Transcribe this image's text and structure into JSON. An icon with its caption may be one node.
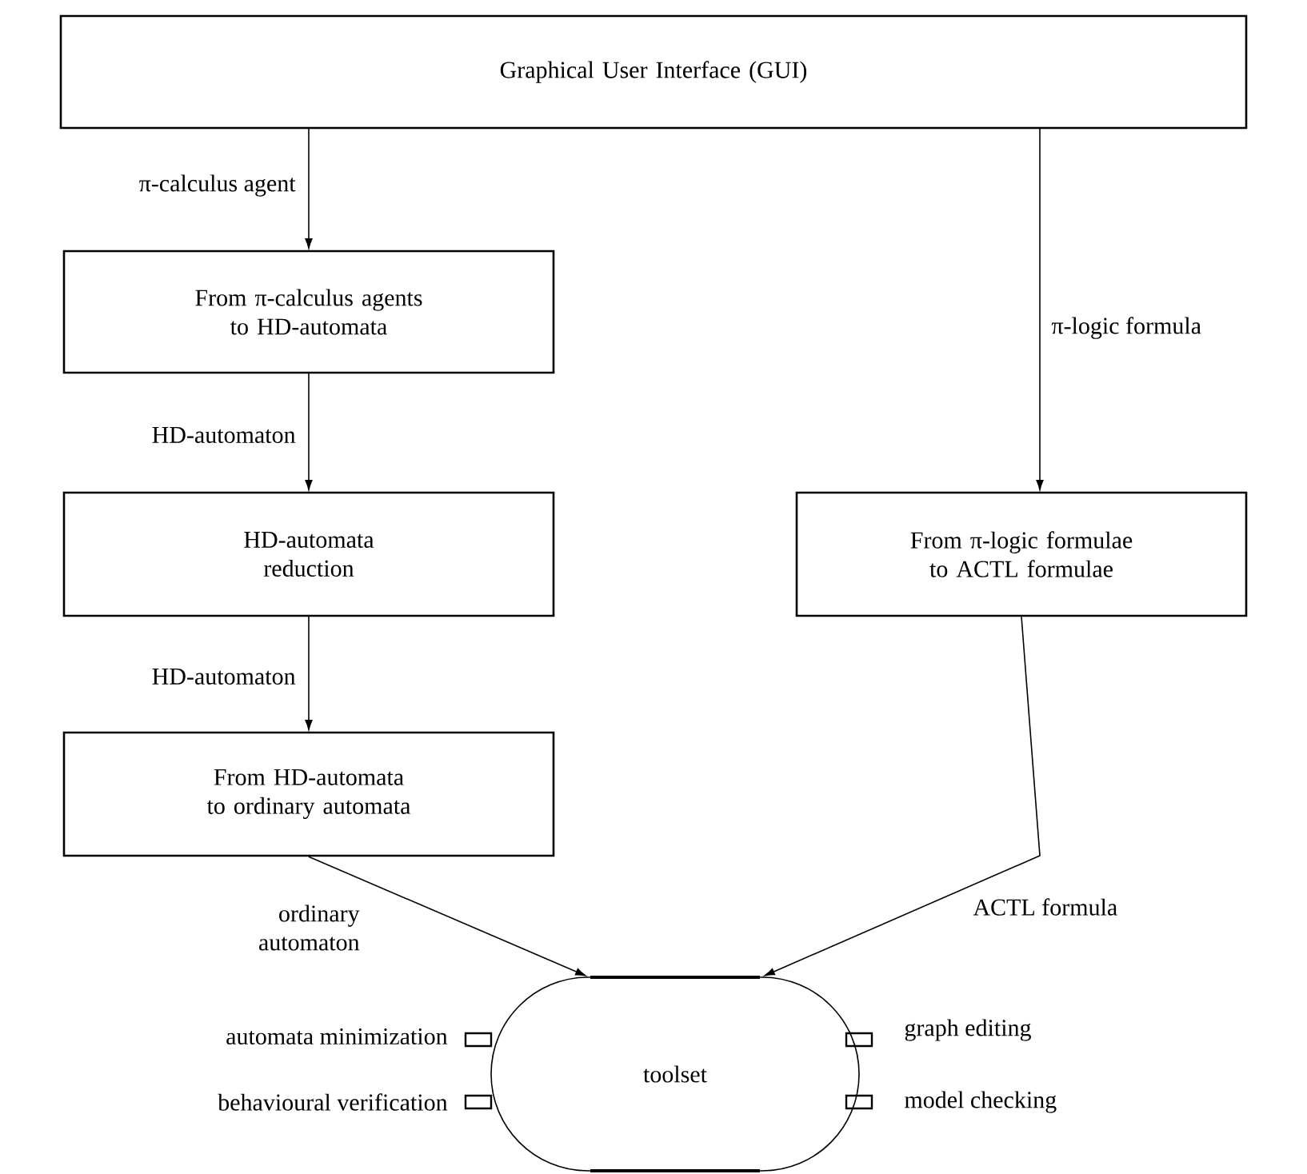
{
  "diagram": {
    "nodes": [
      {
        "text": [
          "Graphical User Interface (GUI)"
        ]
      },
      {
        "text": [
          "From π-calculus agents to HD-automata"
        ]
      },
      {
        "text": [
          "HD-automata reduction"
        ]
      },
      {
        "text": [
          "From HD-automata to ordinary automata"
        ]
      },
      {
        "text": [
          "From π-logic formulae to ACTL formulae"
        ]
      },
      {
        "text": [
          "toolset"
        ]
      }
    ],
    "edges": [
      {
        "from": 0,
        "to": 1,
        "arrow": "to",
        "label": "π-calculus agent"
      },
      {
        "from": 1,
        "to": 2,
        "arrow": "to",
        "label": "HD-automaton"
      },
      {
        "from": 2,
        "to": 3,
        "arrow": "to",
        "label": "HD-automaton"
      },
      {
        "from": 0,
        "to": 4,
        "arrow": "to",
        "label": "π-logic formula"
      },
      {
        "from": 3,
        "to": 5,
        "arrow": "to",
        "label": "ordinary automaton"
      },
      {
        "from": 4,
        "to": 5,
        "arrow": "to",
        "label": "ACTL formula"
      }
    ],
    "labels": [
      "automata minimization",
      "graph editing",
      "behavioural verification",
      "model checking"
    ]
  }
}
